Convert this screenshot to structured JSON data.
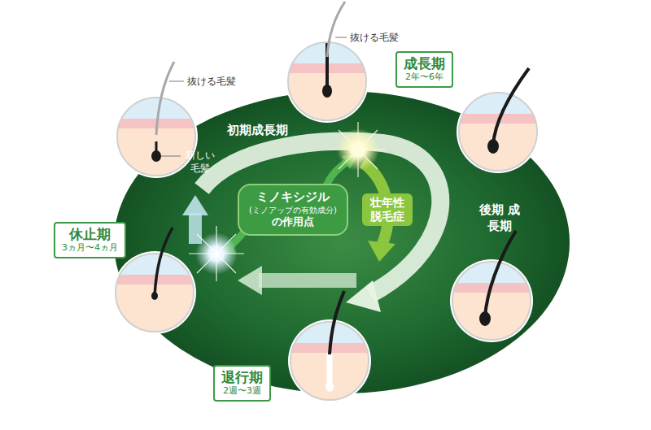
{
  "diagram": {
    "nodes": [
      {
        "text": [
          "成長期",
          "2年〜6年"
        ]
      },
      {
        "text": [
          "ミノキシジル",
          "(ミノアップの有効成分)",
          "の作用点"
        ]
      },
      {
        "text": [
          "壮年性 脱毛症"
        ]
      },
      {
        "text": [
          "休止期",
          "3ヵ月〜4ヵ月"
        ]
      },
      {
        "text": [
          "退行期",
          "2週〜3週"
        ]
      }
    ],
    "labels": [
      "抜ける毛髪",
      "抜ける毛髪",
      "初期成長期",
      "新しい 毛髪",
      "後期 成長期"
    ]
  }
}
